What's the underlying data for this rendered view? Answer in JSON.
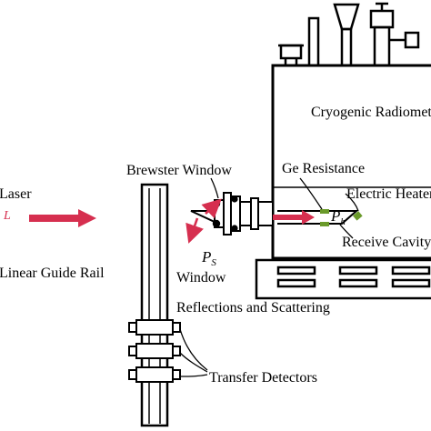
{
  "labels": {
    "laser": "Laser",
    "laser_symbol": "L",
    "linear_guide_rail": "Linear Guide Rail",
    "brewster_window": "Brewster Window",
    "ge_resistance": "Ge Resistance",
    "cryogenic_radiometer": "Cryogenic Radiometer",
    "electric_heater": "Electric Heater",
    "receive_cavity": "Receive Cavity",
    "power_s": "P",
    "power_s_sub": "S",
    "power_h": "P",
    "power_h_sub": "h",
    "window": "Window",
    "reflections_scattering": "Reflections and Scattering",
    "transfer_detectors": "Transfer Detectors"
  },
  "colors": {
    "line": "#000000",
    "beam": "#d62f4f",
    "sensor": "#6a9a2a"
  }
}
